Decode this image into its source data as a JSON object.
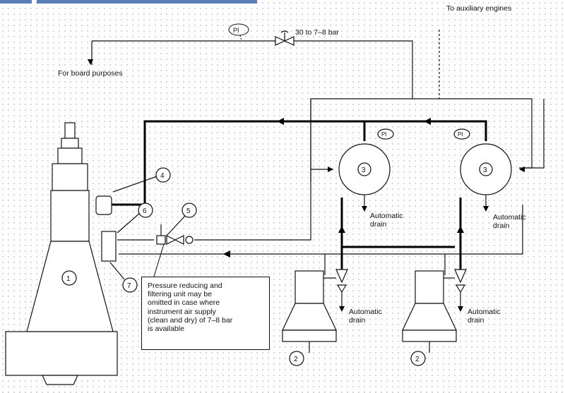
{
  "labels": {
    "aux_engines": "To auxiliary engines",
    "pressure_range": "30 to 7–8 bar",
    "board_purposes": "For board purposes",
    "auto_drain_receiver_left": "Automatic\ndrain",
    "auto_drain_receiver_right": "Automatic\ndrain",
    "auto_drain_comp_left": "Automatic\ndrain",
    "auto_drain_comp_right": "Automatic\ndrain",
    "note": "Pressure reducing and\nfiltering unit may be\nomitted in case where\ninstrument air supply\n(clean and dry) of 7–8 bar\nis available",
    "pi": "PI"
  },
  "components": {
    "engine": "1",
    "compressor_left": "2",
    "compressor_right": "2",
    "receiver_left": "3",
    "receiver_right": "3",
    "item_4": "4",
    "item_5": "5",
    "item_6": "6",
    "item_7": "7"
  }
}
